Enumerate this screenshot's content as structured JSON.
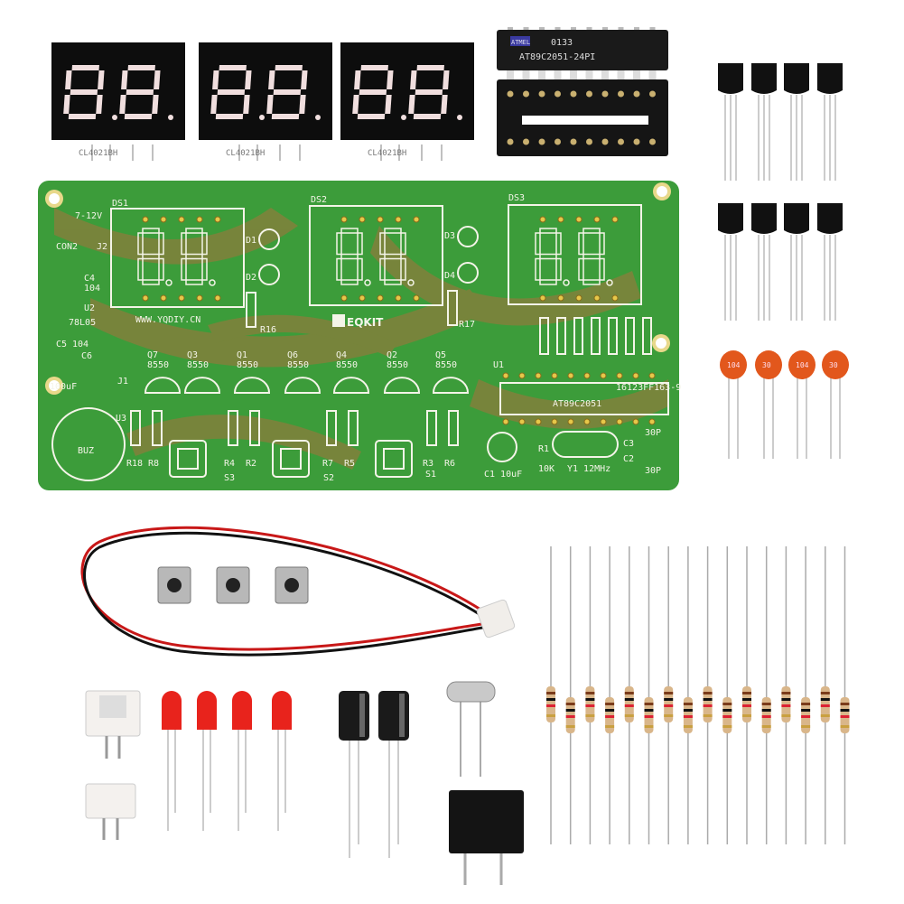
{
  "displays": [
    {
      "part": "CL4021BH"
    },
    {
      "part": "CL4021BH"
    },
    {
      "part": "CL4021BH"
    }
  ],
  "ic": {
    "brand": "ATMEL",
    "lot": "0133",
    "part": "AT89C2051-24PI"
  },
  "pcb": {
    "brand": "EQKIT",
    "url": "WWW.YQDIY.CN",
    "labels": {
      "ds1": "DS1",
      "ds2": "DS2",
      "ds3": "DS3",
      "power": "7-12V",
      "con2": "CON2",
      "j2": "J2",
      "c4": "C4",
      "c4v": "104",
      "u2": "U2",
      "u2v": "78L05",
      "c5": "C5",
      "c5v": "104",
      "c6": "C6",
      "c6v": "100uF",
      "j1": "J1",
      "u3": "U3",
      "buz": "BUZ",
      "d1": "D1",
      "d2": "D2",
      "d3": "D3",
      "d4": "D4",
      "r16": "R16",
      "r17": "R17",
      "u1": "U1",
      "mcu": "AT89C2051",
      "board_id": "16123FF163-9",
      "c1": "C1 10uF",
      "r1": "R1",
      "r1v": "10K",
      "y1": "Y1 12MHz",
      "c3": "C3",
      "c2": "C2",
      "c3v": "30P",
      "c2v": "30P",
      "s1": "S1",
      "s2": "S2",
      "s3": "S3"
    },
    "transistors": [
      {
        "ref": "Q7",
        "type": "8550"
      },
      {
        "ref": "Q3",
        "type": "8550"
      },
      {
        "ref": "Q1",
        "type": "8550"
      },
      {
        "ref": "Q6",
        "type": "8550"
      },
      {
        "ref": "Q4",
        "type": "8550"
      },
      {
        "ref": "Q2",
        "type": "8550"
      },
      {
        "ref": "Q5",
        "type": "8550"
      }
    ],
    "resistor_refs": [
      "R18",
      "R8",
      "R4",
      "R2",
      "R7",
      "R5",
      "R3",
      "R6"
    ]
  },
  "ceramic_caps": [
    "104",
    "30",
    "104",
    "30"
  ],
  "colors": {
    "pcb_green": "#3c9c3a",
    "copper": "#8b7d3c",
    "led_red": "#e8231c",
    "ceramic": "#e2571c"
  }
}
